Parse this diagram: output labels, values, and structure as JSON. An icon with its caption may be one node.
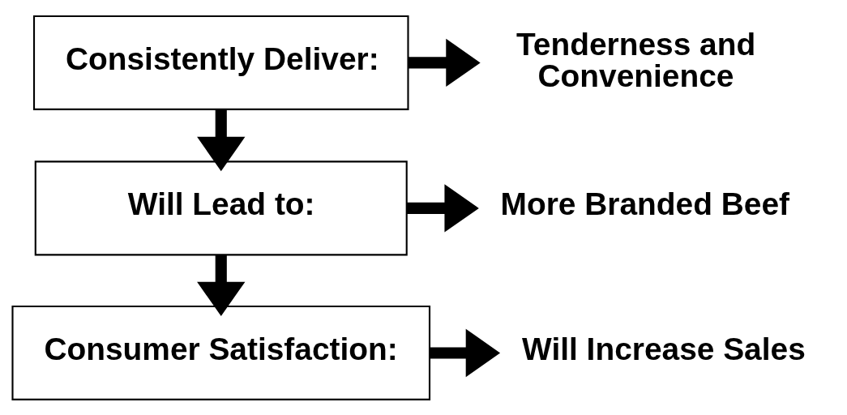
{
  "diagram": {
    "nodes": [
      {
        "text": [
          "Consistently Deliver:"
        ]
      },
      {
        "text": [
          "Tenderness and Convenience"
        ]
      },
      {
        "text": [
          "Will Lead to:"
        ]
      },
      {
        "text": [
          "More Branded Beef"
        ]
      },
      {
        "text": [
          "Consumer Satisfaction:"
        ]
      },
      {
        "text": [
          "Will Increase Sales"
        ]
      }
    ],
    "edges": [
      {
        "from": 0,
        "to": 1,
        "arrow": "to"
      },
      {
        "from": 0,
        "to": 2,
        "arrow": "to"
      },
      {
        "from": 2,
        "to": 3,
        "arrow": "to"
      },
      {
        "from": 2,
        "to": 4,
        "arrow": "to"
      },
      {
        "from": 4,
        "to": 5,
        "arrow": "to"
      }
    ]
  }
}
